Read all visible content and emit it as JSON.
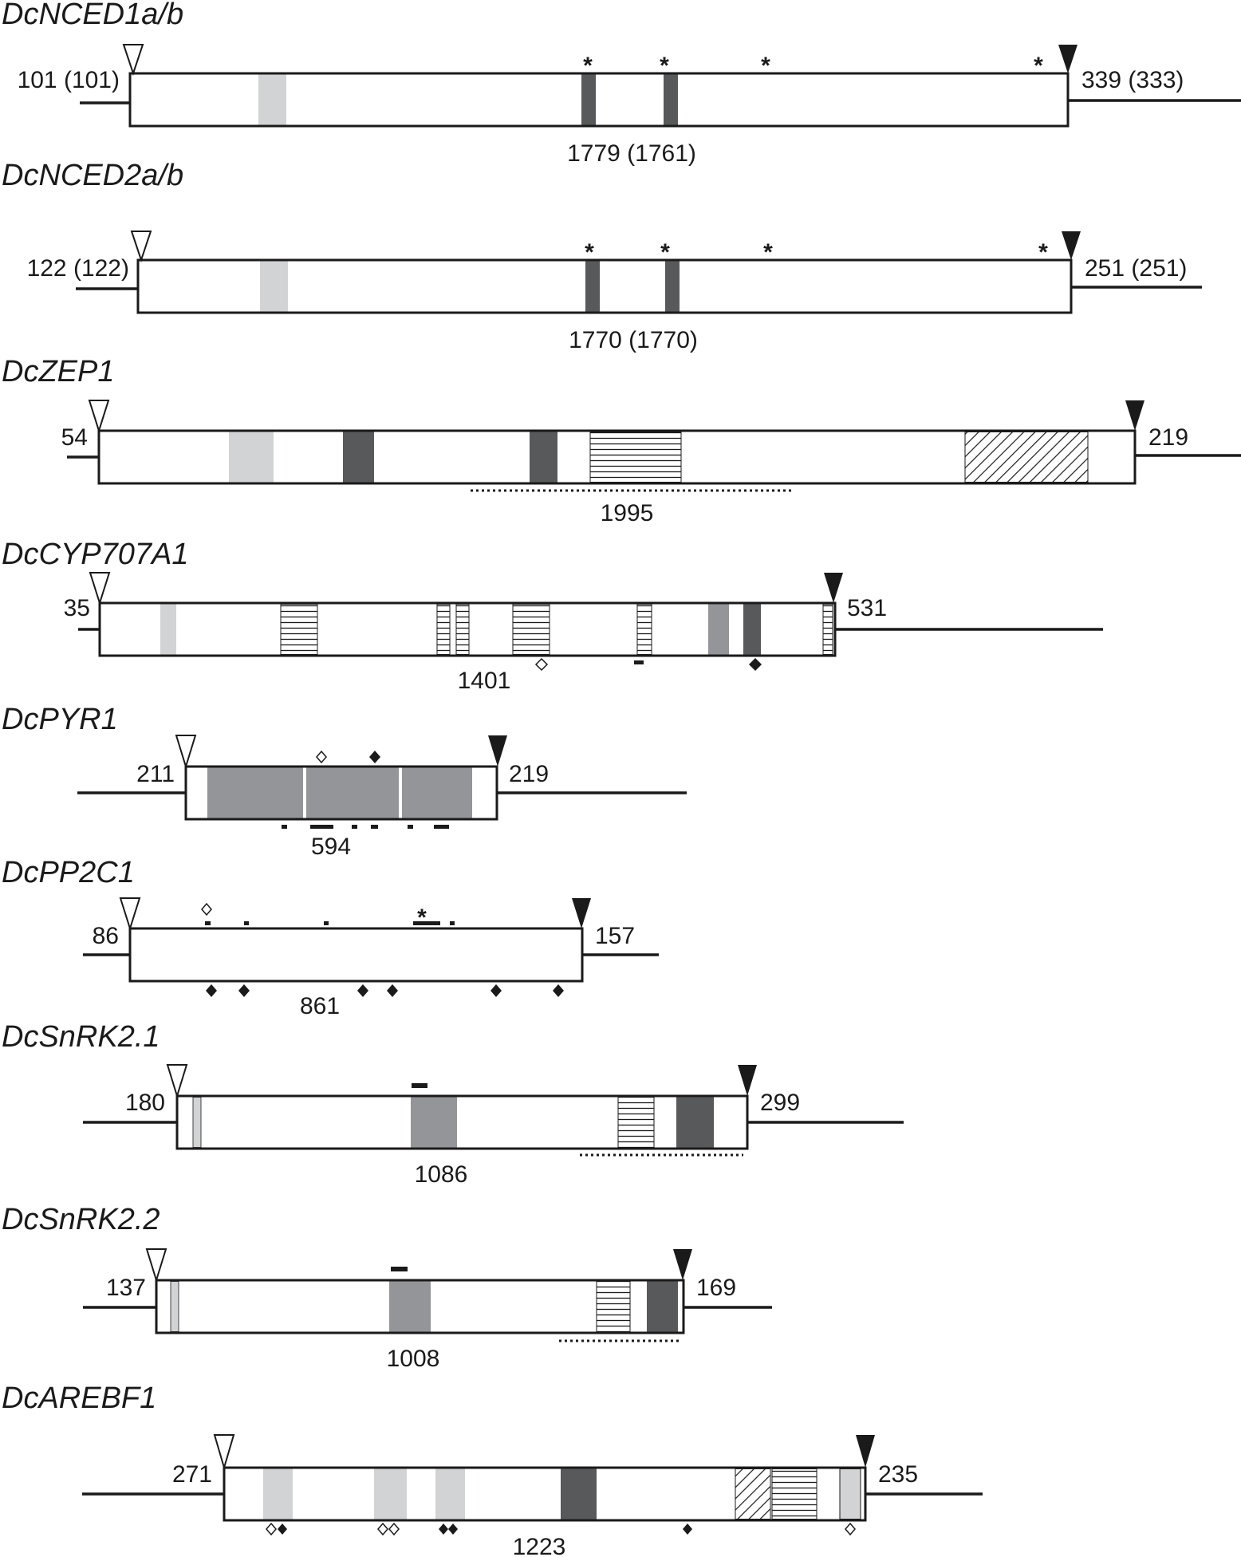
{
  "colors": {
    "line": "#1a1a1a",
    "light": "#d2d3d4",
    "mid": "#939598",
    "dark": "#58595b",
    "box": "#ffffff"
  },
  "genes": [
    {
      "name": "DcNCED1a/b",
      "utr5": "101 (101)",
      "utr3": "339 (333)",
      "cds": "1779 (1761)",
      "markers": {
        "asterisk": "*"
      }
    },
    {
      "name": "DcNCED2a/b",
      "utr5": "122 (122)",
      "utr3": "251 (251)",
      "cds": "1770 (1770)",
      "markers": {
        "asterisk": "*"
      }
    },
    {
      "name": "DcZEP1",
      "utr5": "54",
      "utr3": "219",
      "cds": "1995"
    },
    {
      "name": "DcCYP707A1",
      "utr5": "35",
      "utr3": "531",
      "cds": "1401"
    },
    {
      "name": "DcPYR1",
      "utr5": "211",
      "utr3": "219",
      "cds": "594"
    },
    {
      "name": "DcPP2C1",
      "utr5": "86",
      "utr3": "157",
      "cds": "861",
      "markers": {
        "asterisk": "*"
      }
    },
    {
      "name": "DcSnRK2.1",
      "utr5": "180",
      "utr3": "299",
      "cds": "1086"
    },
    {
      "name": "DcSnRK2.2",
      "utr5": "137",
      "utr3": "169",
      "cds": "1008"
    },
    {
      "name": "DcAREBF1",
      "utr5": "271",
      "utr3": "235",
      "cds": "1223"
    }
  ]
}
